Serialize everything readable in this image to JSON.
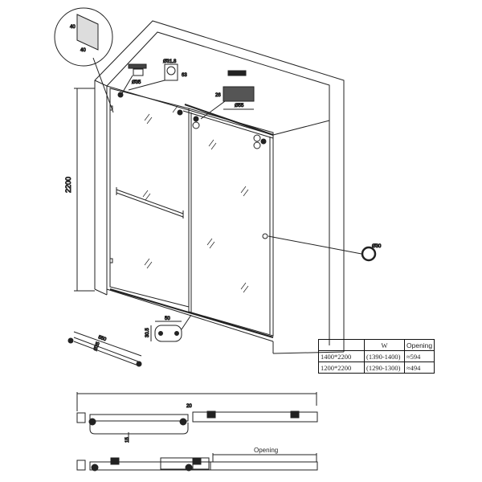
{
  "drawing": {
    "height_label": "2200",
    "inset_dims": [
      "40",
      "40"
    ],
    "bracket_dims": [
      "Ø31.8",
      "63"
    ],
    "stopper_dim": "Ø35",
    "roller_dims": [
      "26",
      "Ø55"
    ],
    "knob_dim": "Ø30",
    "towel_bar_dims": [
      "550",
      "Ø25"
    ],
    "guide_dims": [
      "50",
      "30.5"
    ],
    "plan_dims": [
      "20",
      "15"
    ],
    "opening_label": "Opening"
  },
  "spec_table": {
    "headers": [
      "",
      "W",
      "Opening"
    ],
    "rows": [
      [
        "1400*2200",
        "(1390-1400)",
        "≈594"
      ],
      [
        "1200*2200",
        "(1290-1300)",
        "≈494"
      ]
    ]
  }
}
